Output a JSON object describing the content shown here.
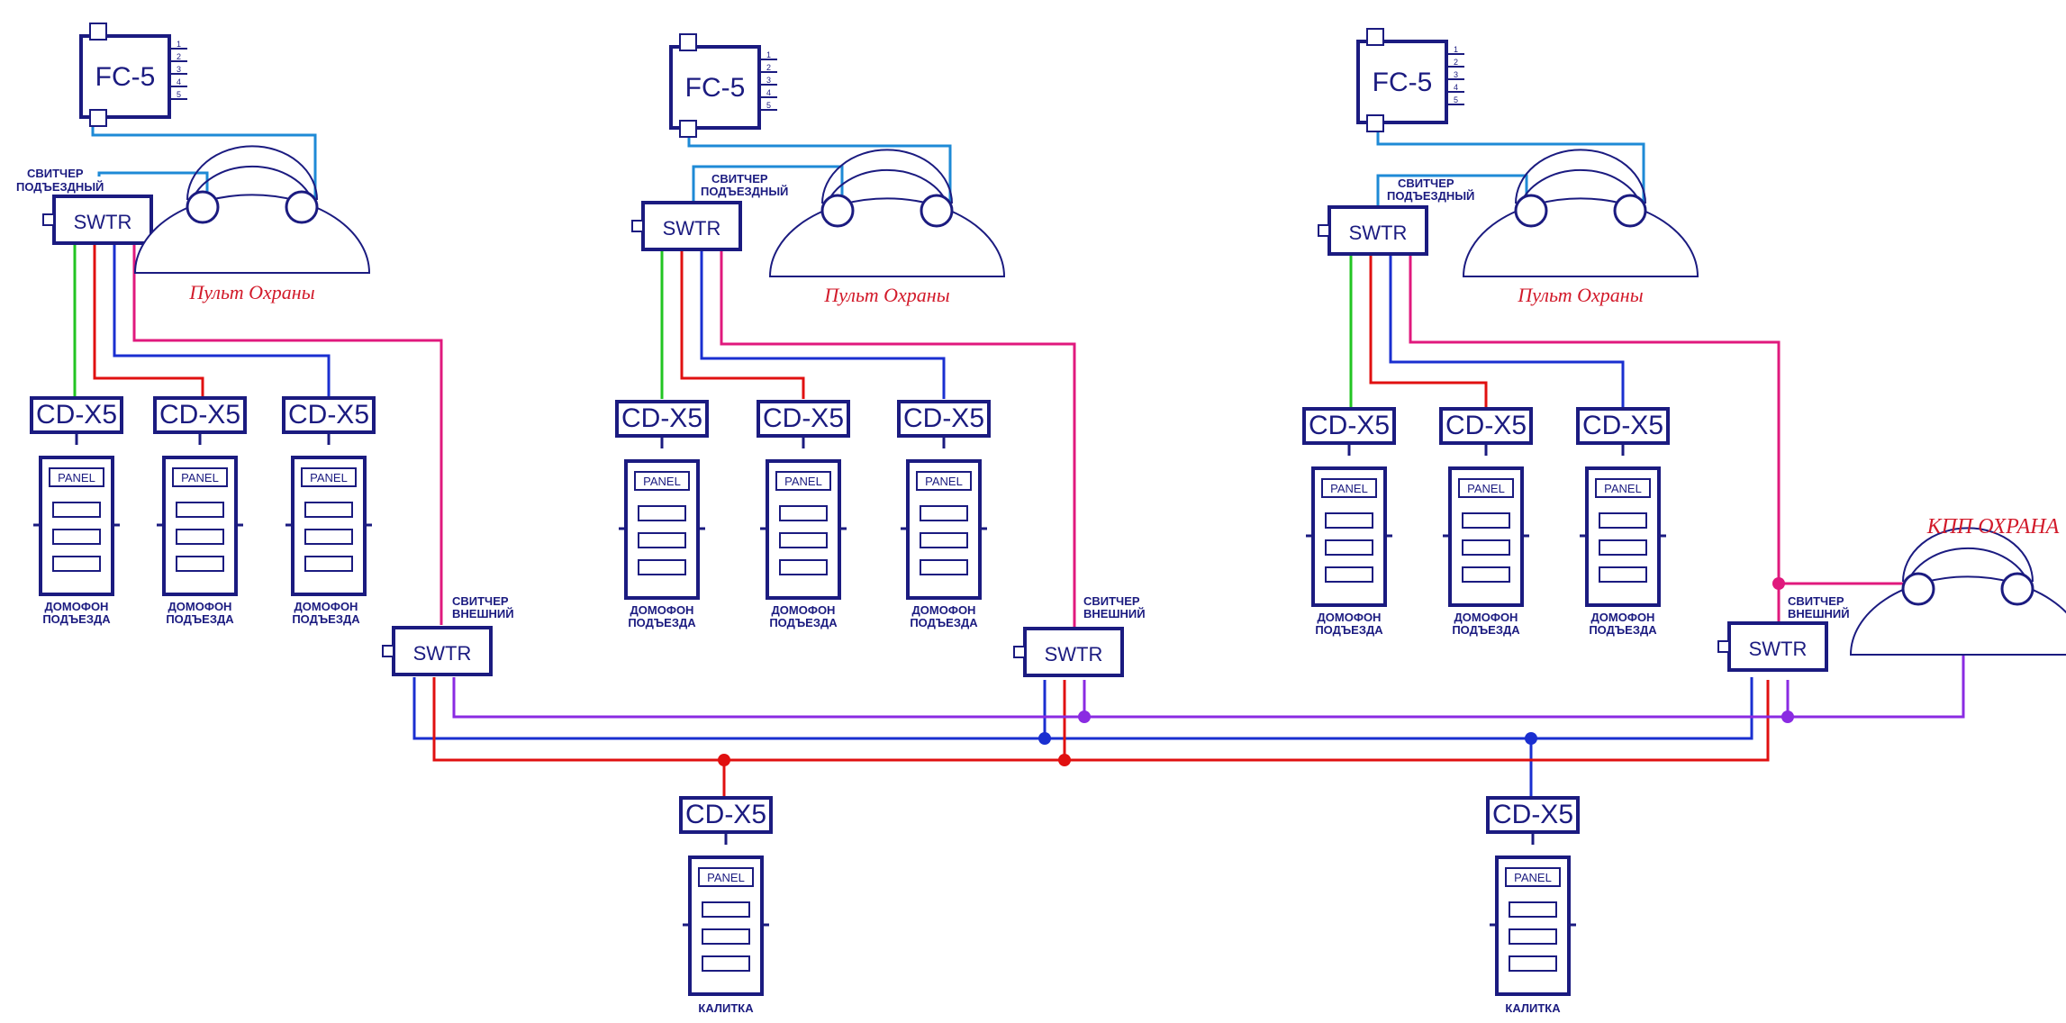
{
  "fc_label": "FC-5",
  "swtr_label": "SWTR",
  "cd_label": "CD-X5",
  "panel_label": "PANEL",
  "console_label": "Пульт Охраны",
  "kpp_label": "КПП ОХРАНА",
  "switch_entrance_line1": "СВИТЧЕР",
  "switch_entrance_line2": "ПОДЪЕЗДНЫЙ",
  "switch_external_line1": "СВИТЧЕР",
  "switch_external_line2": "ВНЕШНИЙ",
  "intercom_line1": "ДОМОФОН",
  "intercom_line2": "ПОДЪЕЗДА",
  "gate_label": "КАЛИТКА",
  "fc_pins": [
    "1",
    "2",
    "3",
    "4",
    "5"
  ],
  "colors": {
    "device": "#1b1b80",
    "bus_red": "#e01010",
    "bus_blue": "#1a2fd0",
    "bus_purple": "#8a2be2",
    "wire_green": "#22c422",
    "wire_pink": "#e0197d",
    "wire_cyan": "#1e8ad6",
    "label_red": "#d21a2a"
  }
}
